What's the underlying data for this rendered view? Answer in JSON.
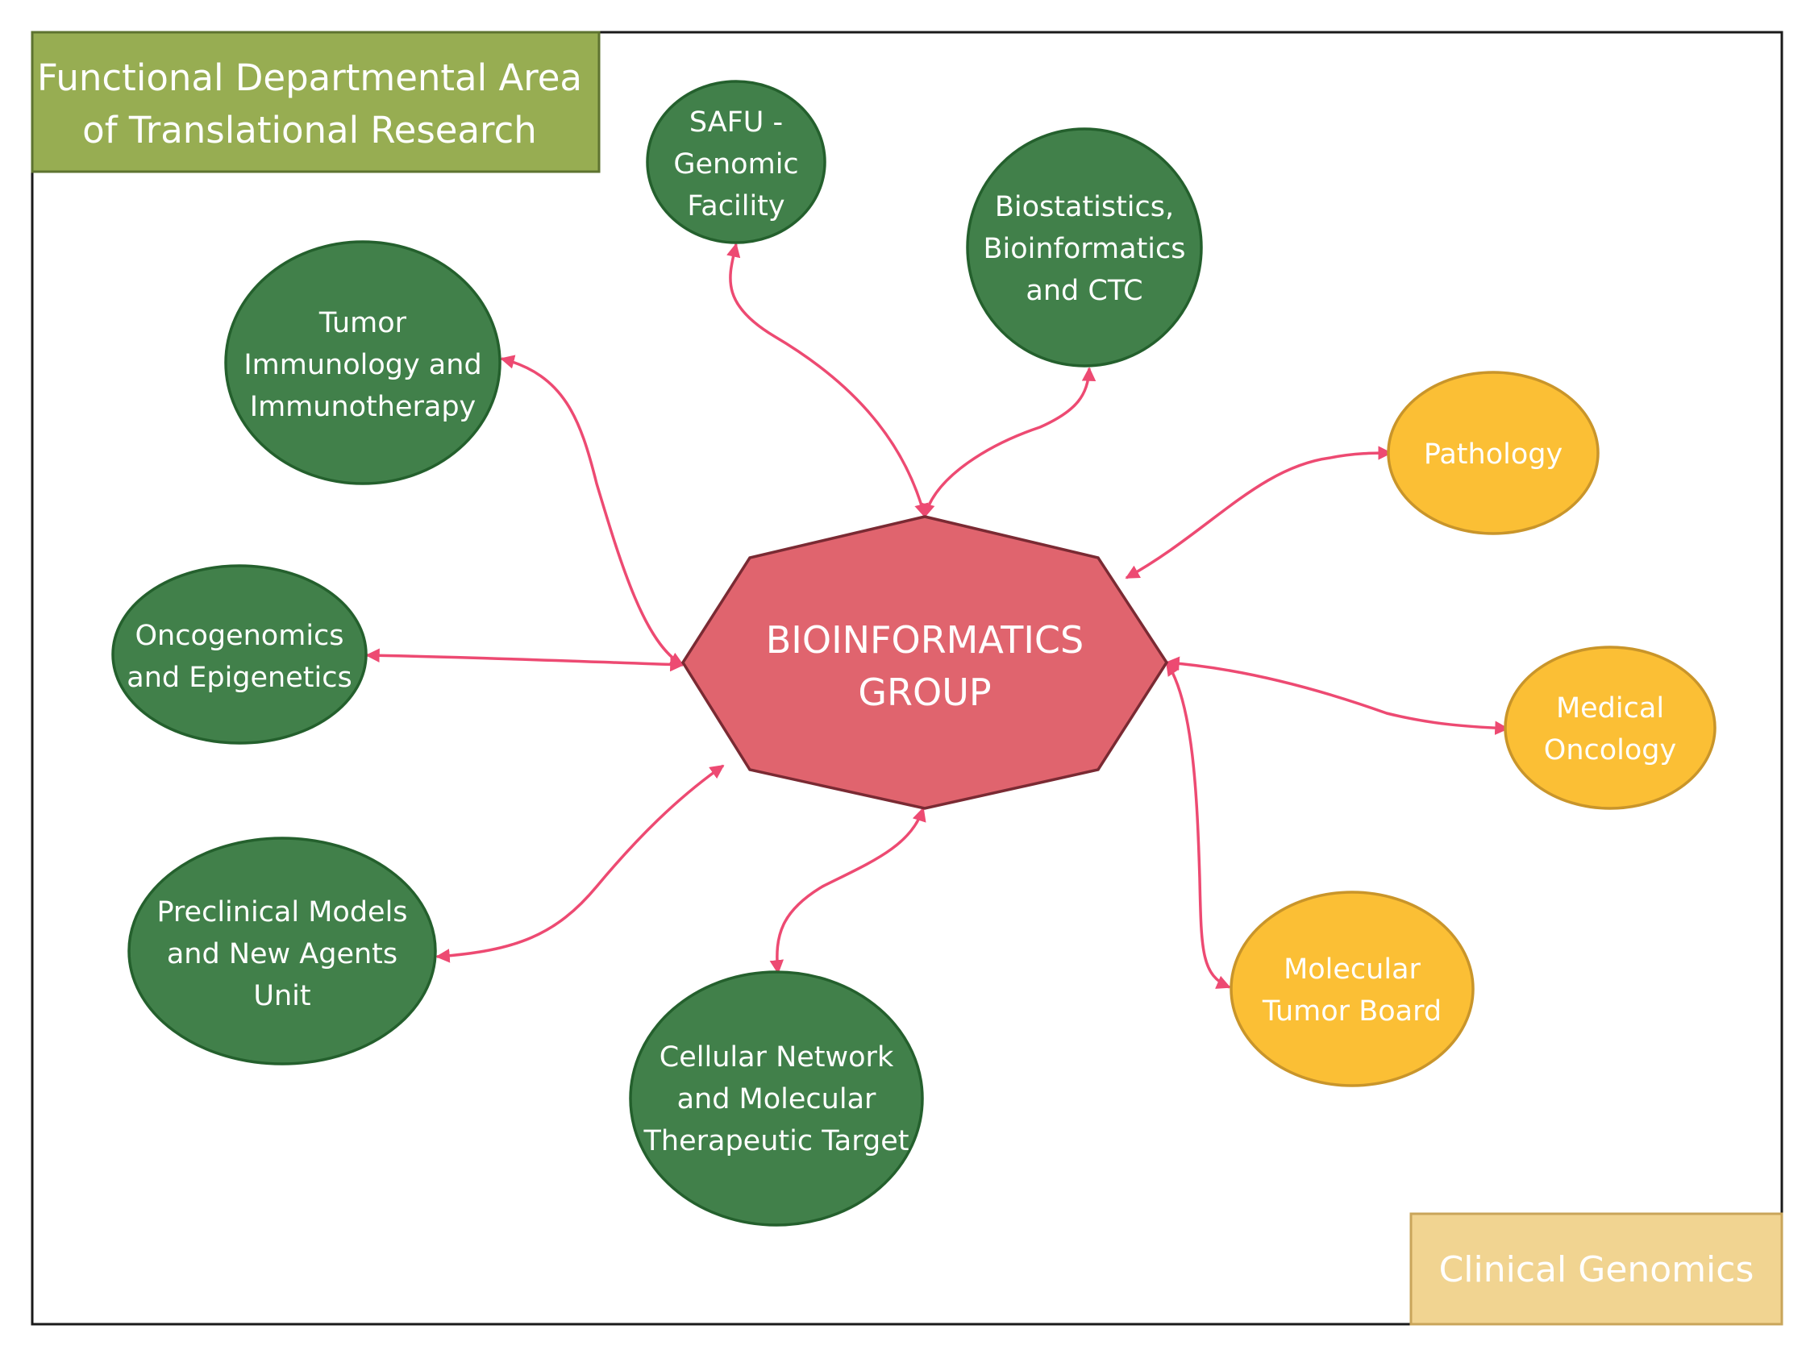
{
  "translational_area": {
    "title_line1": "Functional Departmental Area",
    "title_line2": "of Translational Research",
    "color": "#97ad52"
  },
  "clinical_area": {
    "title": "Clinical Genomics",
    "color": "#f1d491"
  },
  "hub": {
    "line1": "BIOINFORMATICS",
    "line2": "GROUP",
    "color": "#e0646e"
  },
  "green_nodes": [
    {
      "id": "safu",
      "lines": [
        "SAFU -",
        "Genomic",
        "Facility"
      ]
    },
    {
      "id": "biostat",
      "lines": [
        "Biostatistics,",
        "Bioinformatics",
        "and  CTC"
      ]
    },
    {
      "id": "tumor-immunology",
      "lines": [
        "Tumor",
        "Immunology and",
        "Immunotherapy"
      ]
    },
    {
      "id": "oncogenomics",
      "lines": [
        "Oncogenomics",
        "and Epigenetics"
      ]
    },
    {
      "id": "preclinical",
      "lines": [
        "Preclinical Models",
        "and New Agents",
        "Unit"
      ]
    },
    {
      "id": "cellular-network",
      "lines": [
        "Cellular Network",
        "and Molecular",
        "Therapeutic Target"
      ]
    }
  ],
  "yellow_nodes": [
    {
      "id": "pathology",
      "lines": [
        "Pathology"
      ]
    },
    {
      "id": "medical-oncology",
      "lines": [
        "Medical",
        "Oncology"
      ]
    },
    {
      "id": "molecular-tumor-board",
      "lines": [
        "Molecular",
        "Tumor  Board"
      ]
    }
  ],
  "colors": {
    "green_fill": "#41804a",
    "yellow_fill": "#fbbf35",
    "edge": "#ed4a72"
  }
}
